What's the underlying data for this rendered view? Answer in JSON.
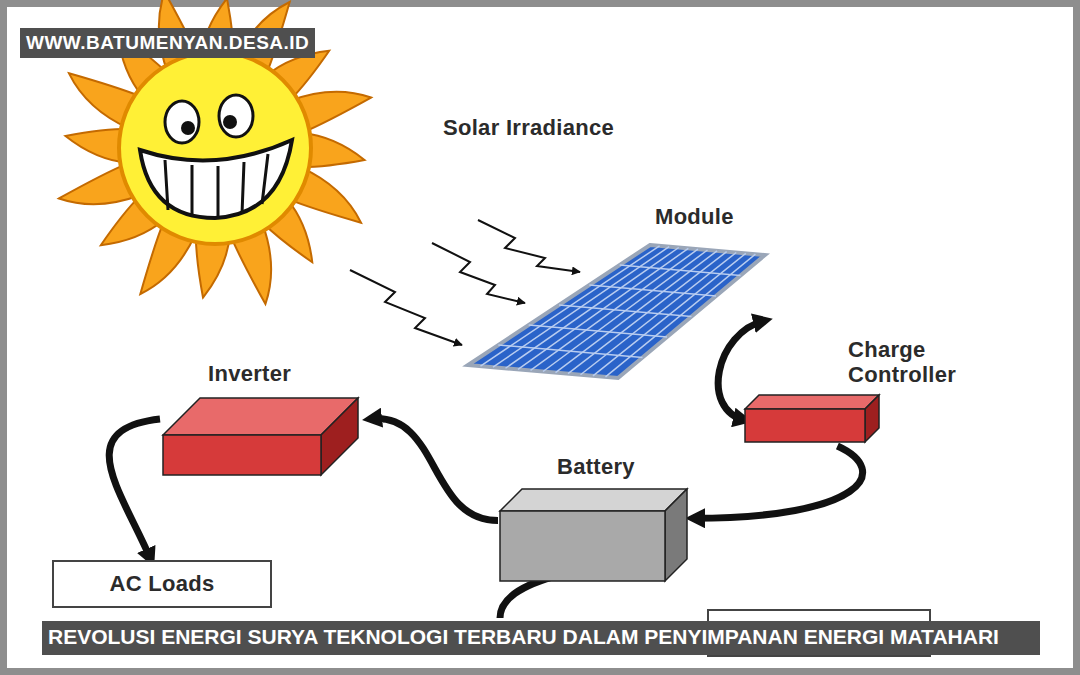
{
  "diagram": {
    "caption": "REVOLUSI ENERGI SURYA TEKNOLOGI TERBARU DALAM PENYIMPANAN ENERGI MATAHARI",
    "nodes": [
      {
        "text": [
          "Module"
        ]
      },
      {
        "text": [
          "Charge Controller"
        ]
      },
      {
        "text": [
          "Inverter"
        ]
      },
      {
        "text": [
          "Battery"
        ]
      },
      {
        "text": [
          "AC Loads"
        ]
      }
    ],
    "edges": [
      {
        "from": 0,
        "to": 1,
        "arrow": "both"
      },
      {
        "from": 1,
        "to": 3,
        "arrow": "to"
      },
      {
        "from": 3,
        "to": 2,
        "arrow": "to"
      },
      {
        "from": 2,
        "to": 4,
        "arrow": "to"
      }
    ],
    "labels": [
      "Solar Irradiance",
      "WWW.BATUMENYAN.DESA.ID"
    ]
  }
}
